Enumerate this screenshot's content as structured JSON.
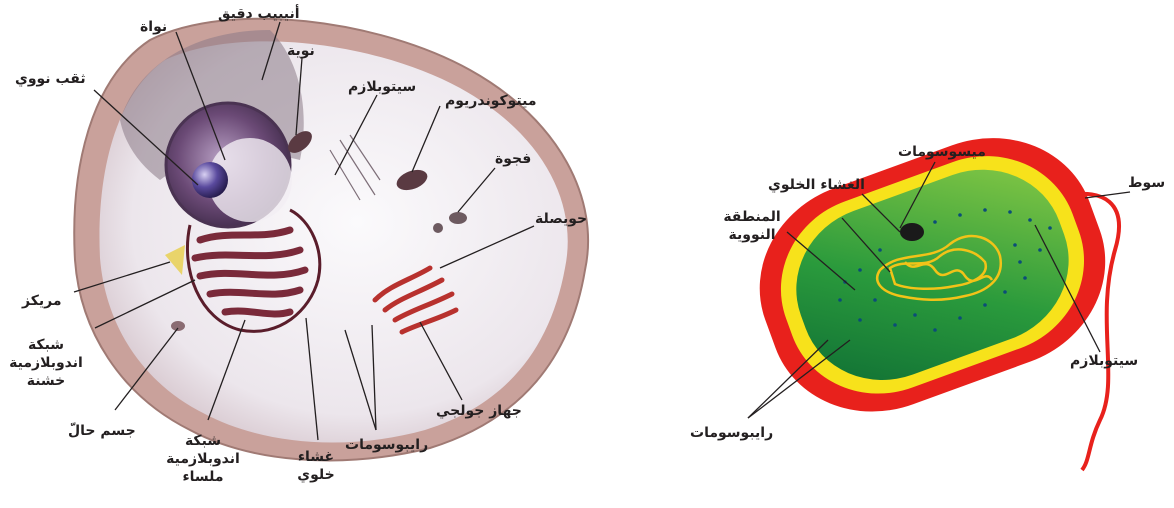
{
  "animal_cell": {
    "labels": {
      "microtubule": "أنيبيب دقيق",
      "nucleus": "نواة",
      "nucleolus": "نوية",
      "nuclear_pore": "ثقب نووي",
      "cytoplasm": "سيتوبلازم",
      "mitochondrion": "ميتوكوندريوم",
      "vacuole": "فجوة",
      "vesicle": "حويصلة",
      "centriole": "مريكز",
      "rough_er_1": "شبكة",
      "rough_er_2": "اندوبلازمية",
      "rough_er_3": "خشنة",
      "lysosome": "جسم حالّ",
      "smooth_er_1": "شبكة",
      "smooth_er_2": "اندوبلازمية",
      "smooth_er_3": "ملساء",
      "cell_membrane_1": "غشاء",
      "cell_membrane_2": "خلوي",
      "ribosomes": "رايبوسومات",
      "golgi": "جهاز جولجي"
    }
  },
  "bacterial_cell": {
    "labels": {
      "mesosomes": "ميسوسومات",
      "cell_membrane": "الغشاء الخلوي",
      "flagellum": "سوط",
      "nucleoid_1": "المنطقة",
      "nucleoid_2": "النووية",
      "cytoplasm": "سيتوبلازم",
      "ribosomes": "رايبوسومات"
    }
  },
  "colors": {
    "label_text": "#231f20",
    "leader_line": "#231f20",
    "bacteria_wall": "#e8211c",
    "bacteria_membrane": "#f7e21b",
    "bacteria_cytoplasm_dark": "#0f7a3a",
    "bacteria_cytoplasm_light": "#6cbf3f",
    "nucleoid": "#f2c318",
    "animal_membrane": "#c99a93",
    "animal_cytoplasm": "#f4f0f4",
    "nucleus": "#6b4a76",
    "rough_er": "#7a2a3a",
    "golgi": "#b8312e"
  }
}
